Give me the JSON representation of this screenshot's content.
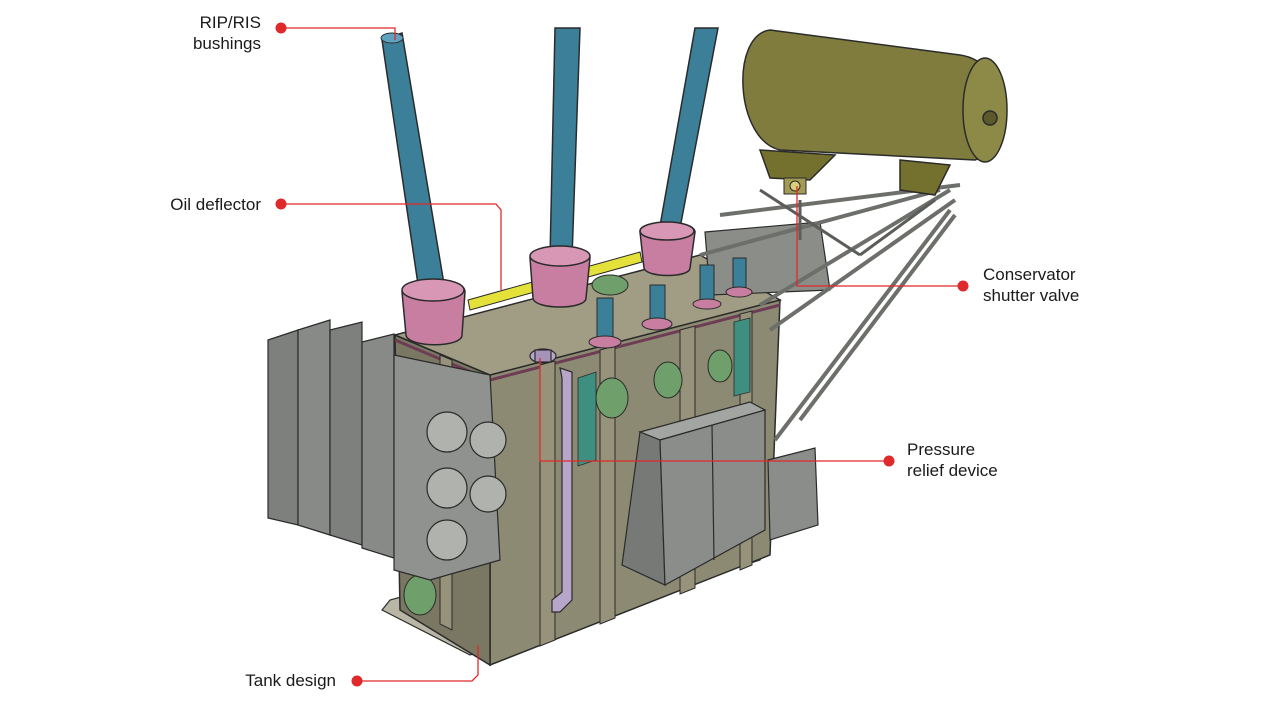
{
  "colors": {
    "callout": "#e0292a",
    "tank": "#8c8a72",
    "radiator": "#7d807c",
    "bushing": "#3b7f99",
    "flange": "#c77ea0",
    "conservator": "#7f7c3d",
    "cabinet": "#8a8d8a",
    "outline": "#2b2b2b",
    "yellow_bar": "#e4e23a",
    "green_window": "#6f9f6a"
  },
  "callouts": [
    {
      "id": "rip-ris-bushings",
      "lines": [
        "RIP/RIS",
        "bushings"
      ]
    },
    {
      "id": "oil-deflector",
      "lines": [
        "Oil deflector"
      ]
    },
    {
      "id": "conservator-shutter-valve",
      "lines": [
        "Conservator",
        "shutter valve"
      ]
    },
    {
      "id": "pressure-relief-device",
      "lines": [
        "Pressure",
        "relief device"
      ]
    },
    {
      "id": "tank-design",
      "lines": [
        "Tank design"
      ]
    }
  ]
}
